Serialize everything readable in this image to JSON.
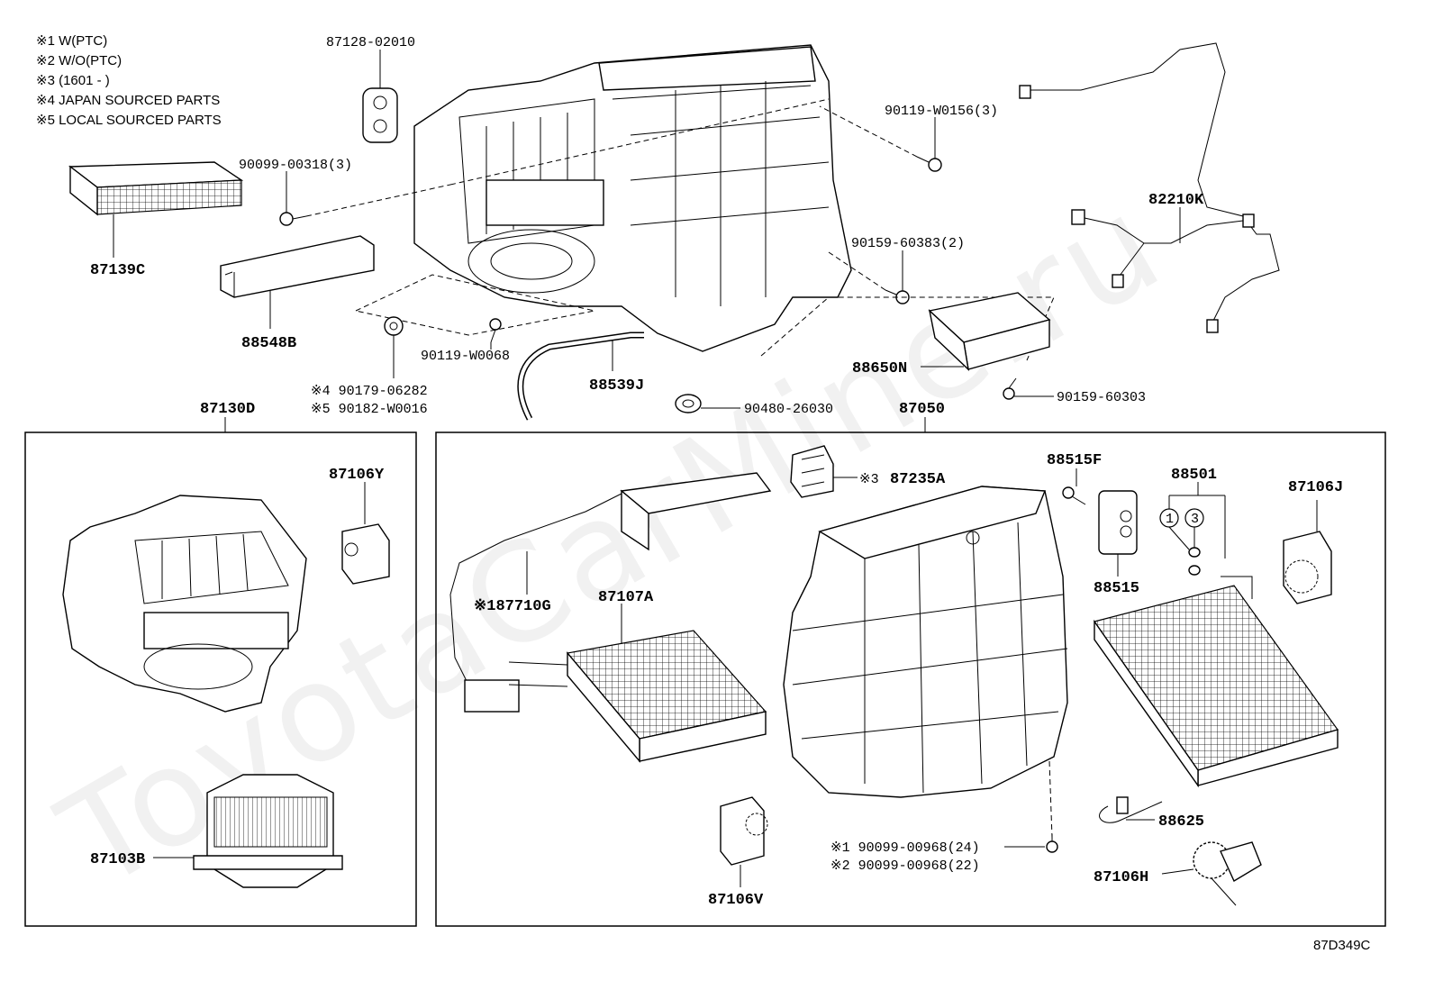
{
  "notes": [
    "※1 W(PTC)",
    "※2 W/O(PTC)",
    "※3 (1601 -      )",
    "※4 JAPAN SOURCED PARTS",
    "※5 LOCAL SOURCED PARTS"
  ],
  "watermark": "ToyotaCarMine.ru",
  "diagram_code": "87D349C",
  "boxes": {
    "left_assembly": "87130D",
    "right_assembly": "87050"
  },
  "labels": {
    "p87128": "87128-02010",
    "p90099_00318": "90099-00318(3)",
    "p87139c": "87139C",
    "p88548b": "88548B",
    "p90119_w0068": "90119-W0068",
    "p90179": "※4 90179-06282",
    "p90182": "※5 90182-W0016",
    "p88539j": "88539J",
    "p90480": "90480-26030",
    "p90119_w0156": "90119-W0156(3)",
    "p82210k": "82210K",
    "p90159_60383": "90159-60383(2)",
    "p88650n": "88650N",
    "p90159_60303": "90159-60303",
    "p87106y": "87106Y",
    "p87103b": "87103B",
    "p87235a_mark": "※3",
    "p87235a": "87235A",
    "p88515f": "88515F",
    "p88501": "88501",
    "p87106j": "87106J",
    "p87710g": "※187710G",
    "p87107a": "87107A",
    "p88515": "88515",
    "p90099_24": "※1 90099-00968(24)",
    "p90099_22": "※2 90099-00968(22)",
    "p88625": "88625",
    "p87106h": "87106H",
    "p87106v": "87106V",
    "circle1": "1",
    "circle3": "3"
  }
}
